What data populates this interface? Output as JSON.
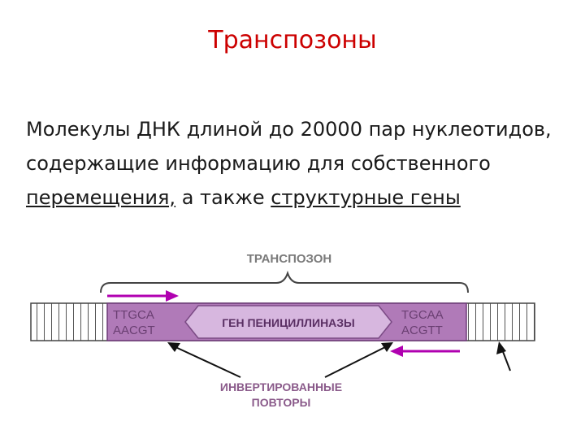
{
  "title": "Транспозоны",
  "body": {
    "part1": "Молекулы ДНК длиной до 20000 пар нуклеотидов, содержащие информацию для собственного ",
    "link1": "перемещения,",
    "part2": " а также ",
    "link2": "структурные гены"
  },
  "diagram": {
    "transposon_label": "ТРАНСПОЗОН",
    "left_repeat_top": "TTGCA",
    "left_repeat_bottom": "AACGT",
    "gene_label": "ГЕН ПЕНИЦИЛЛИНАЗЫ",
    "right_repeat_top": "TGCAA",
    "right_repeat_bottom": "ACGTT",
    "inverted_repeats_line1": "ИНВЕРТИРОВАННЫЕ",
    "inverted_repeats_line2": "ПОВТОРЫ",
    "colors": {
      "transposon_fill": "#b07ab8",
      "gene_fill": "#d7b7df",
      "arrow": "#b000b0",
      "title": "#cc0000"
    }
  }
}
